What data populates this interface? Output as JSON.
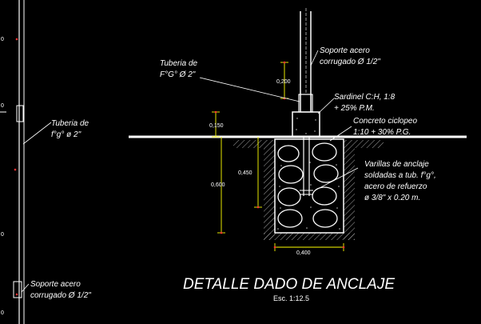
{
  "title": "DETALLE DADO DE ANCLAJE",
  "scale": "Esc. 1:12.5",
  "left_labels": {
    "pipe_line1": "Tuberia de",
    "pipe_line2": "f°g° ø 2\"",
    "support_line1": "Soporte acero",
    "support_line2": "corrugado Ø 1/2\""
  },
  "edge_fragments": [
    "0",
    "0",
    "0",
    "0"
  ],
  "callouts": {
    "support_line1": "Soporte acero",
    "support_line2": "corrugado Ø 1/2\"",
    "pipe_line1": "Tuberia de",
    "pipe_line2": "F°G° Ø 2\"",
    "sardinel_line1": "Sardinel C:H, 1:8",
    "sardinel_line2": "+ 25% P.M.",
    "concrete_line1": "Concreto ciclopeo",
    "concrete_line2": "1:10 + 30% P.G.",
    "rods_line1": "Varillas de anclaje",
    "rods_line2": "soldadas a tub. f°g°,",
    "rods_line3": "acero de refuerzo",
    "rods_line4": "ø 3/8\" x 0.20 m."
  },
  "dimensions": {
    "d0200": "0,200",
    "d0150": "0,150",
    "d0450": "0,450",
    "d0600": "0,600",
    "d0400": "0,400"
  },
  "colors": {
    "background": "#000000",
    "drawing": "#ffffff",
    "dimension": "#ffff00",
    "leader": "#ffffff"
  }
}
